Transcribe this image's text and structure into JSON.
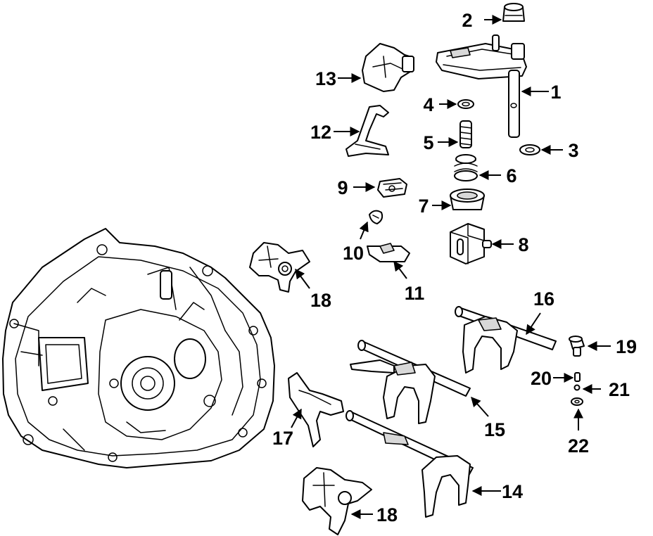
{
  "callouts": [
    {
      "id": "c1",
      "text": "1"
    },
    {
      "id": "c2",
      "text": "2"
    },
    {
      "id": "c3",
      "text": "3"
    },
    {
      "id": "c4",
      "text": "4"
    },
    {
      "id": "c5",
      "text": "5"
    },
    {
      "id": "c6",
      "text": "6"
    },
    {
      "id": "c7",
      "text": "7"
    },
    {
      "id": "c8",
      "text": "8"
    },
    {
      "id": "c9",
      "text": "9"
    },
    {
      "id": "c10",
      "text": "10"
    },
    {
      "id": "c11",
      "text": "11"
    },
    {
      "id": "c12",
      "text": "12"
    },
    {
      "id": "c13",
      "text": "13"
    },
    {
      "id": "c14",
      "text": "14"
    },
    {
      "id": "c15",
      "text": "15"
    },
    {
      "id": "c16",
      "text": "16"
    },
    {
      "id": "c17",
      "text": "17"
    },
    {
      "id": "c18a",
      "text": "18"
    },
    {
      "id": "c18b",
      "text": "18"
    },
    {
      "id": "c19",
      "text": "19"
    },
    {
      "id": "c20",
      "text": "20"
    },
    {
      "id": "c21",
      "text": "21"
    },
    {
      "id": "c22",
      "text": "22"
    }
  ]
}
